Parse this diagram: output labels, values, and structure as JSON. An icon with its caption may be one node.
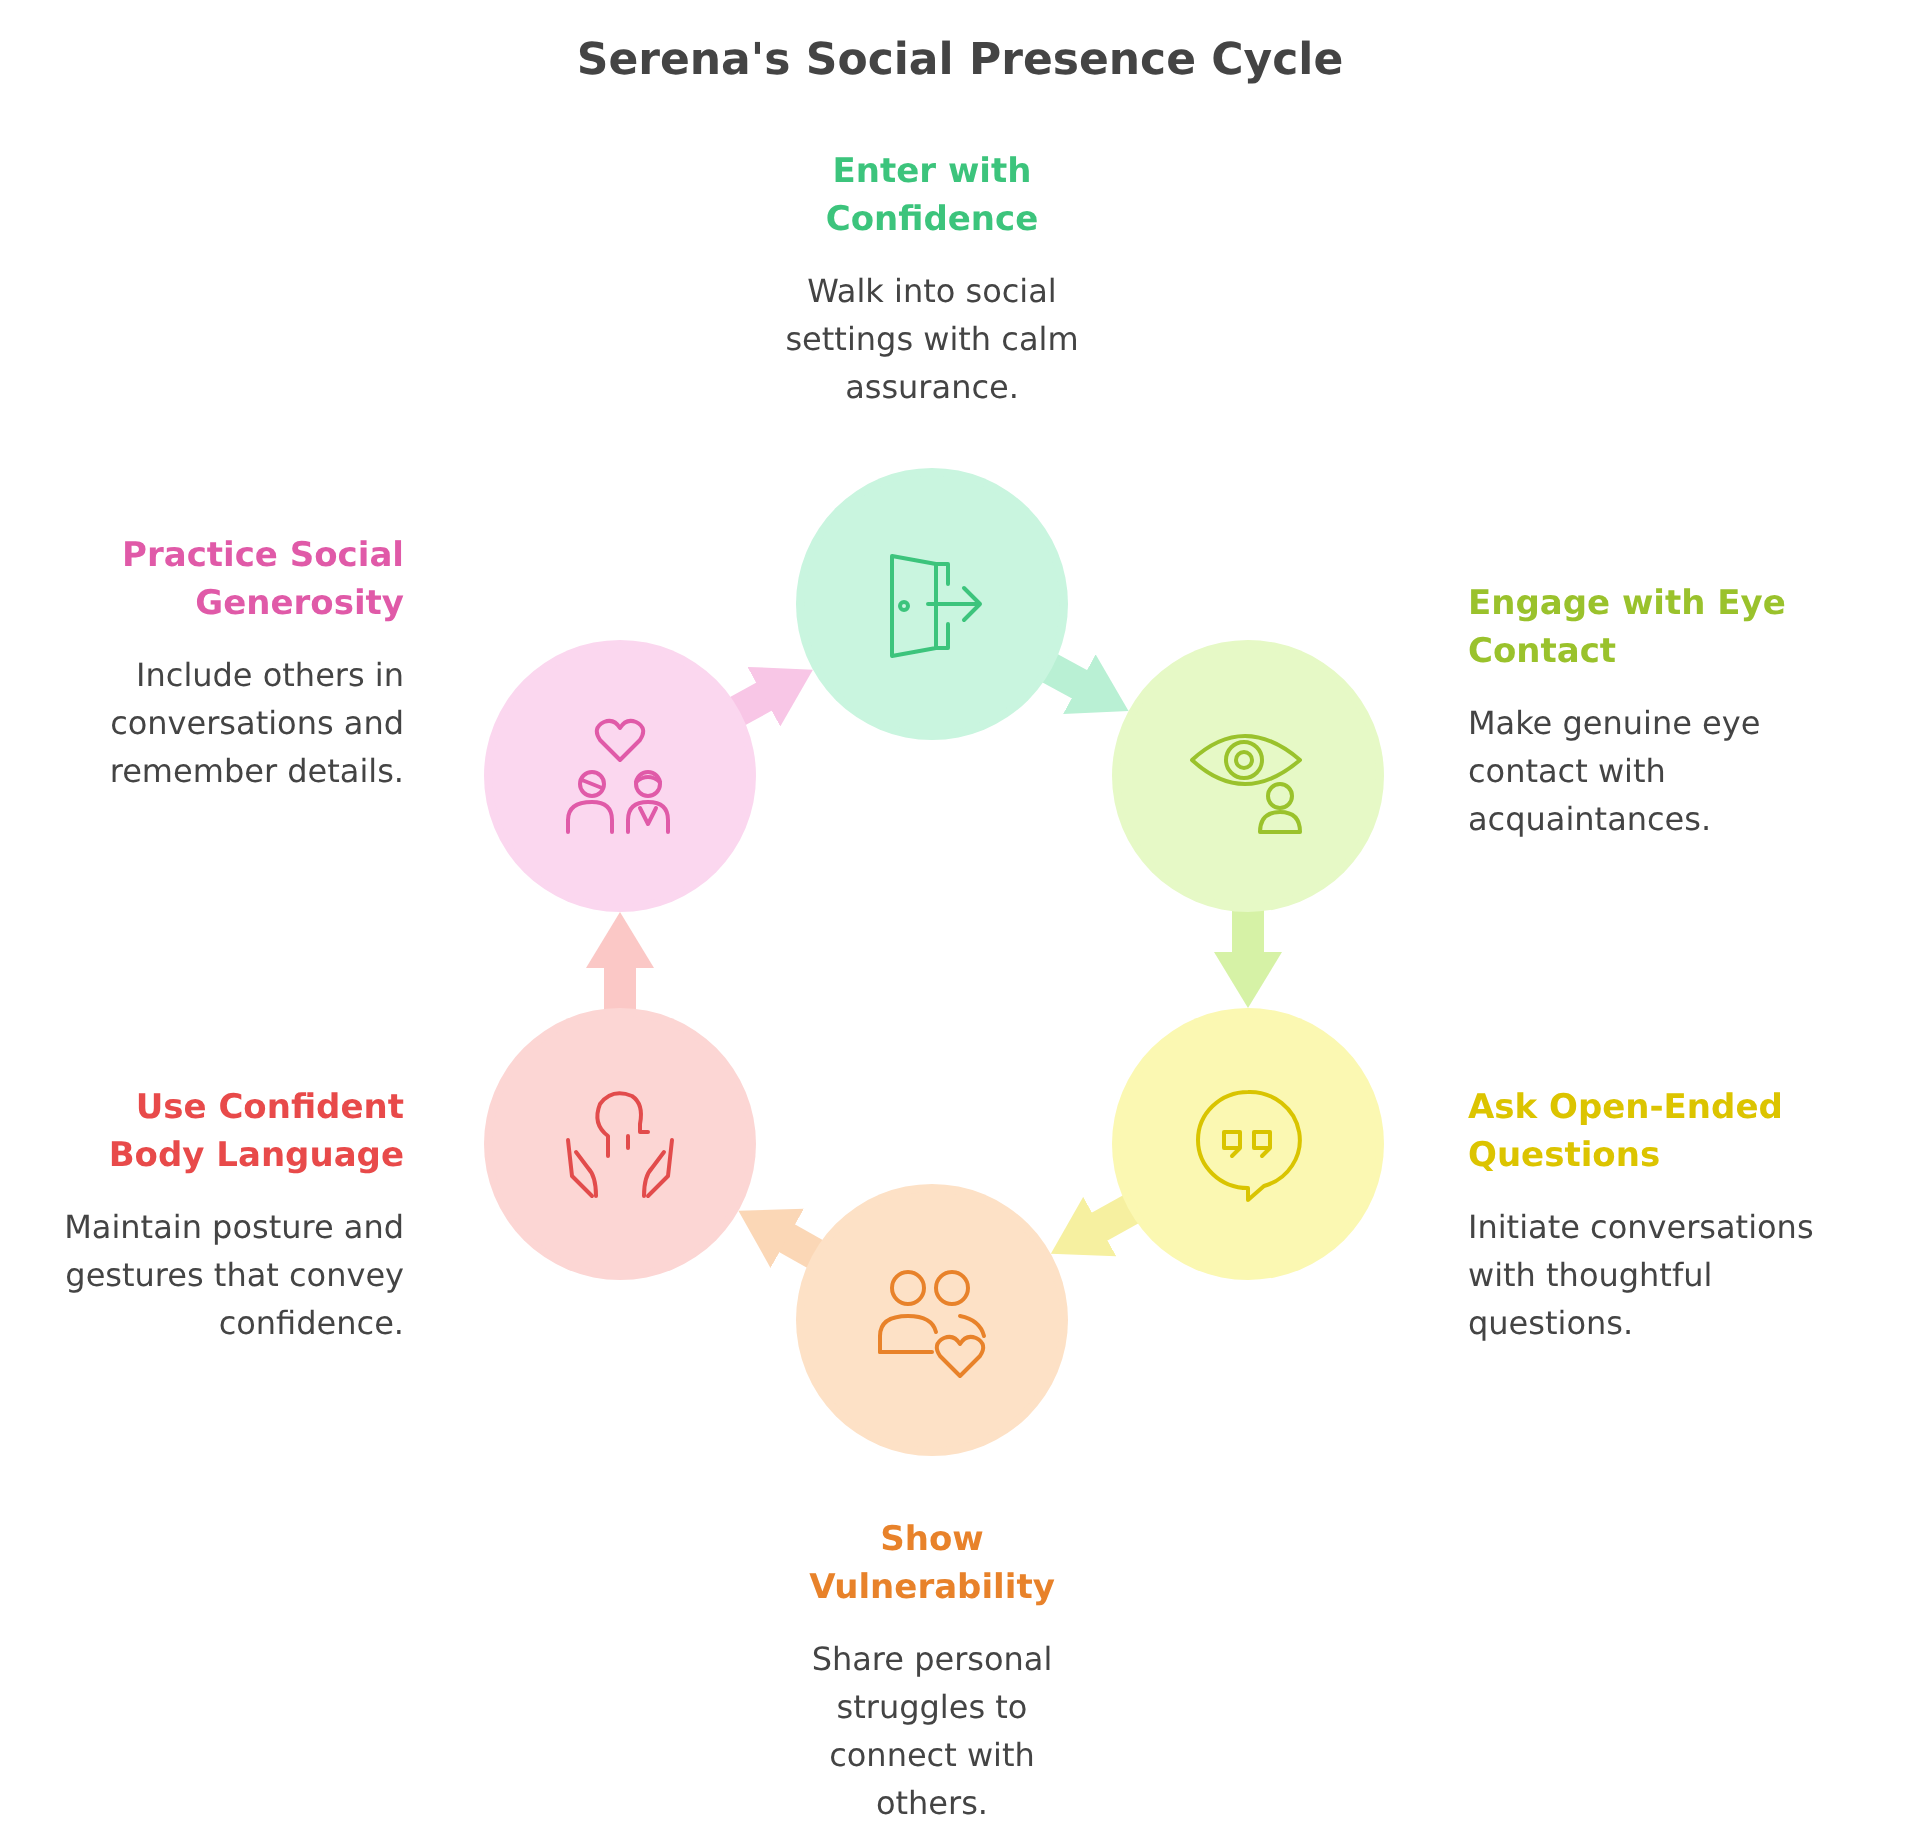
{
  "diagram": {
    "title": "Serena's Social Presence Cycle",
    "nodes": [
      {
        "text": [
          "Enter with Confidence",
          "Walk into social settings with calm assurance."
        ]
      },
      {
        "text": [
          "Engage with Eye Contact",
          "Make genuine eye contact with acquaintances."
        ]
      },
      {
        "text": [
          "Ask Open-Ended Questions",
          "Initiate conversations with thoughtful questions."
        ]
      },
      {
        "text": [
          "Show Vulnerability",
          "Share personal struggles to connect with others."
        ]
      },
      {
        "text": [
          "Use Confident Body Language",
          "Maintain posture and gestures that convey confidence."
        ]
      },
      {
        "text": [
          "Practice Social Generosity",
          "Include others in conversations and remember details."
        ]
      }
    ],
    "edges": [
      {
        "from": 0,
        "to": 1,
        "arrow": "to"
      },
      {
        "from": 1,
        "to": 2,
        "arrow": "to"
      },
      {
        "from": 2,
        "to": 3,
        "arrow": "to"
      },
      {
        "from": 3,
        "to": 4,
        "arrow": "to"
      },
      {
        "from": 4,
        "to": 5,
        "arrow": "to"
      },
      {
        "from": 5,
        "to": 0,
        "arrow": "to"
      }
    ]
  }
}
